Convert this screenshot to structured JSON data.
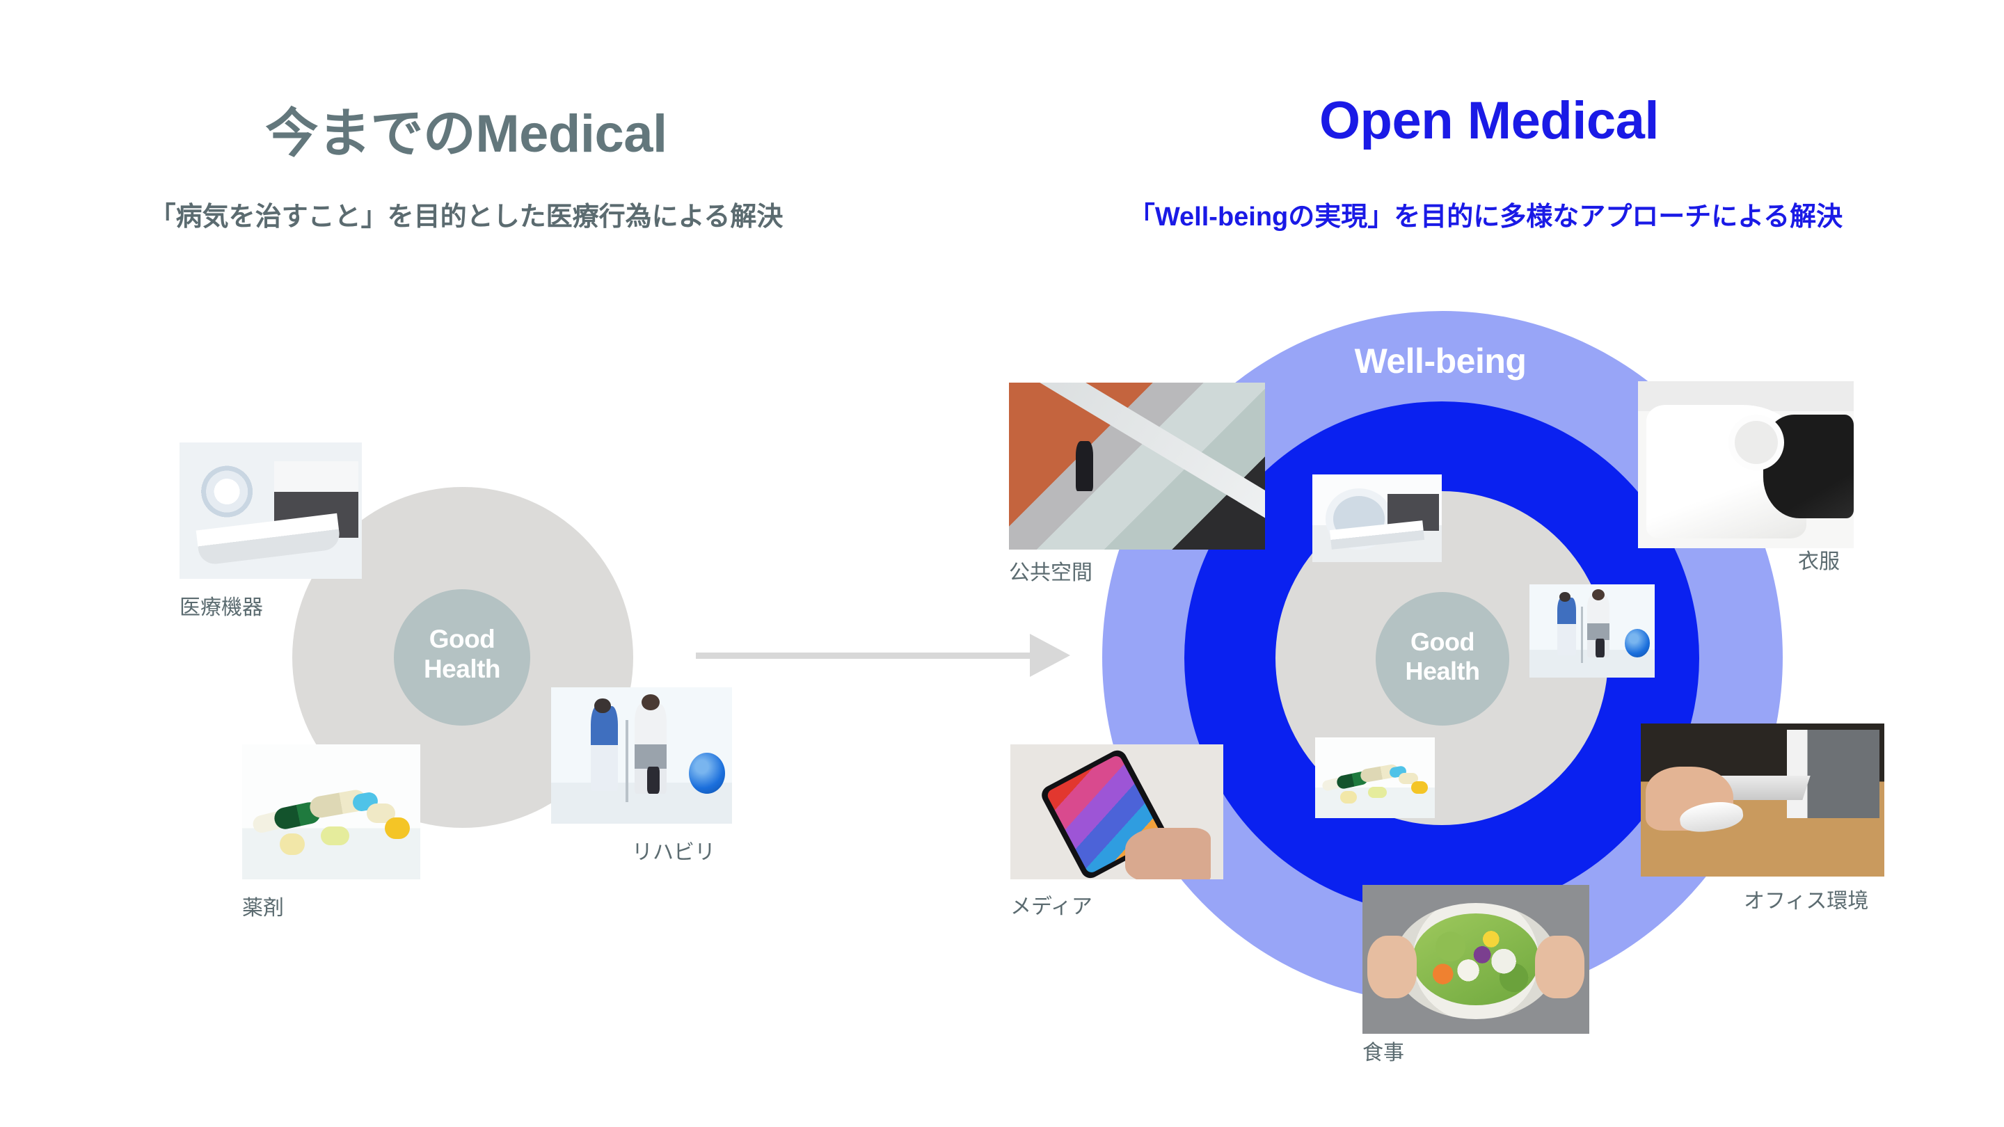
{
  "left_panel": {
    "title": "今までのMedical",
    "subtitle": "「病気を治すこと」を目的とした医療行為による解決",
    "core_label": "Good\nHealth",
    "items": [
      {
        "caption": "医療機器",
        "image": "ct-scanner-photo"
      },
      {
        "caption": "薬剤",
        "image": "pills-photo"
      },
      {
        "caption": "リハビリ",
        "image": "rehabilitation-photo"
      }
    ]
  },
  "right_panel": {
    "title": "Open Medical",
    "subtitle": "「Well-beingの実現」を目的に多様なアプローチによる解決",
    "outer_ring_label": "Well-being",
    "core_label": "Good\nHealth",
    "items": [
      {
        "caption": "公共空間",
        "image": "escalator-public-space-photo"
      },
      {
        "caption": "衣服",
        "image": "tshirt-clothing-photo"
      },
      {
        "caption": "メディア",
        "image": "smartphone-media-photo"
      },
      {
        "caption": "オフィス環境",
        "image": "office-desk-mouse-photo"
      },
      {
        "caption": "食事",
        "image": "salad-meal-photo"
      },
      {
        "caption": "",
        "image": "ct-scanner-small-photo"
      },
      {
        "caption": "",
        "image": "rehabilitation-small-photo"
      },
      {
        "caption": "",
        "image": "pills-small-photo"
      }
    ]
  },
  "arrow": {
    "name": "transition-arrow",
    "direction": "right",
    "color": "#d8d8d8"
  },
  "colors": {
    "left_title": "#63777c",
    "right_title": "#1a1ae6",
    "outer_ring": "#98a5f7",
    "mid_ring": "#0a21f0",
    "gray_ring": "#dcdbd9",
    "core_circle": "#b4c2c3",
    "caption_text": "#5b6b70",
    "background": "#ffffff"
  }
}
